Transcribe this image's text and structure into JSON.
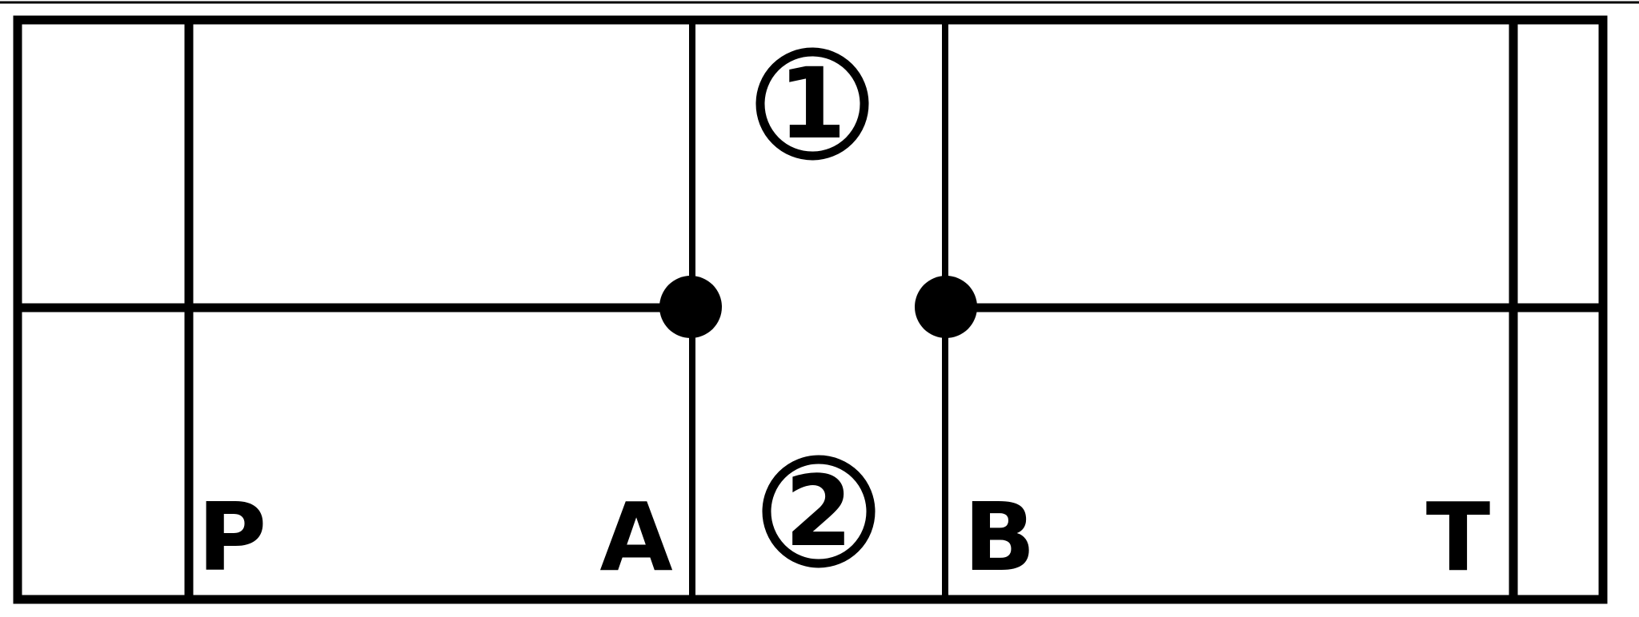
{
  "labels": {
    "P": "P",
    "A": "A",
    "B": "B",
    "T": "T"
  },
  "circle_labels": {
    "one": "1",
    "two": "2"
  },
  "colors": {
    "line": "#000000",
    "background": "#ffffff"
  }
}
